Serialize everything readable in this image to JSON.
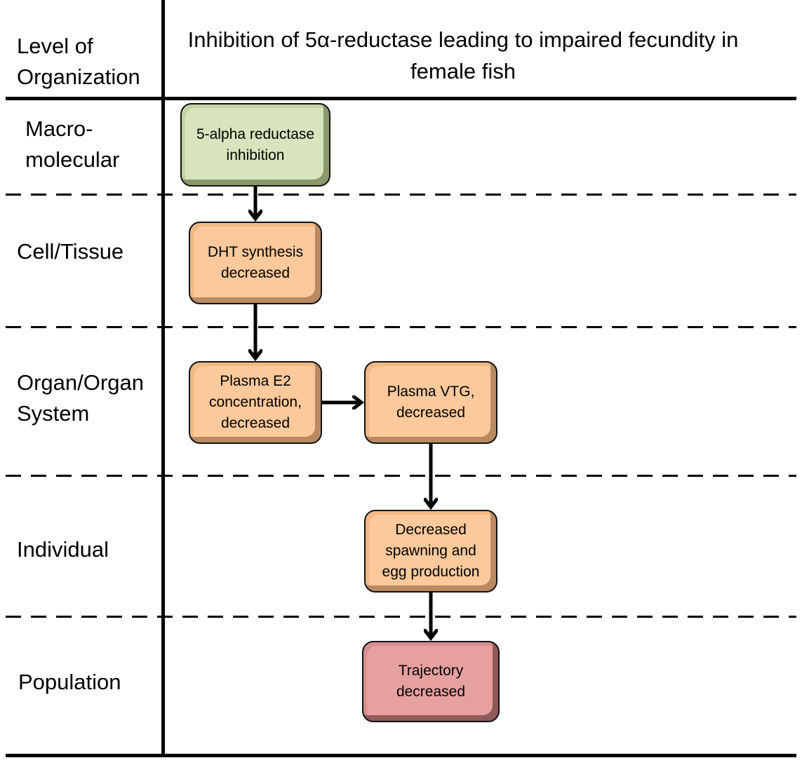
{
  "header": {
    "level_label": "Level of Organization",
    "title": "Inhibition of 5α-reductase leading to impaired fecundity in female fish"
  },
  "levels": [
    "Macro-molecular",
    "Cell/Tissue",
    "Organ/Organ System",
    "Individual",
    "Population"
  ],
  "nodes": {
    "mie": "5-alpha reductase inhibition",
    "dht": "DHT synthesis decreased",
    "e2": "Plasma E2 concentration, decreased",
    "vtg": "Plasma VTG, decreased",
    "spawning": "Decreased spawning and egg production",
    "trajectory": "Trajectory decreased"
  },
  "colors": {
    "mie": "#d7e4bd",
    "ke": "#fcc99c",
    "ao": "#e6a0a0"
  }
}
